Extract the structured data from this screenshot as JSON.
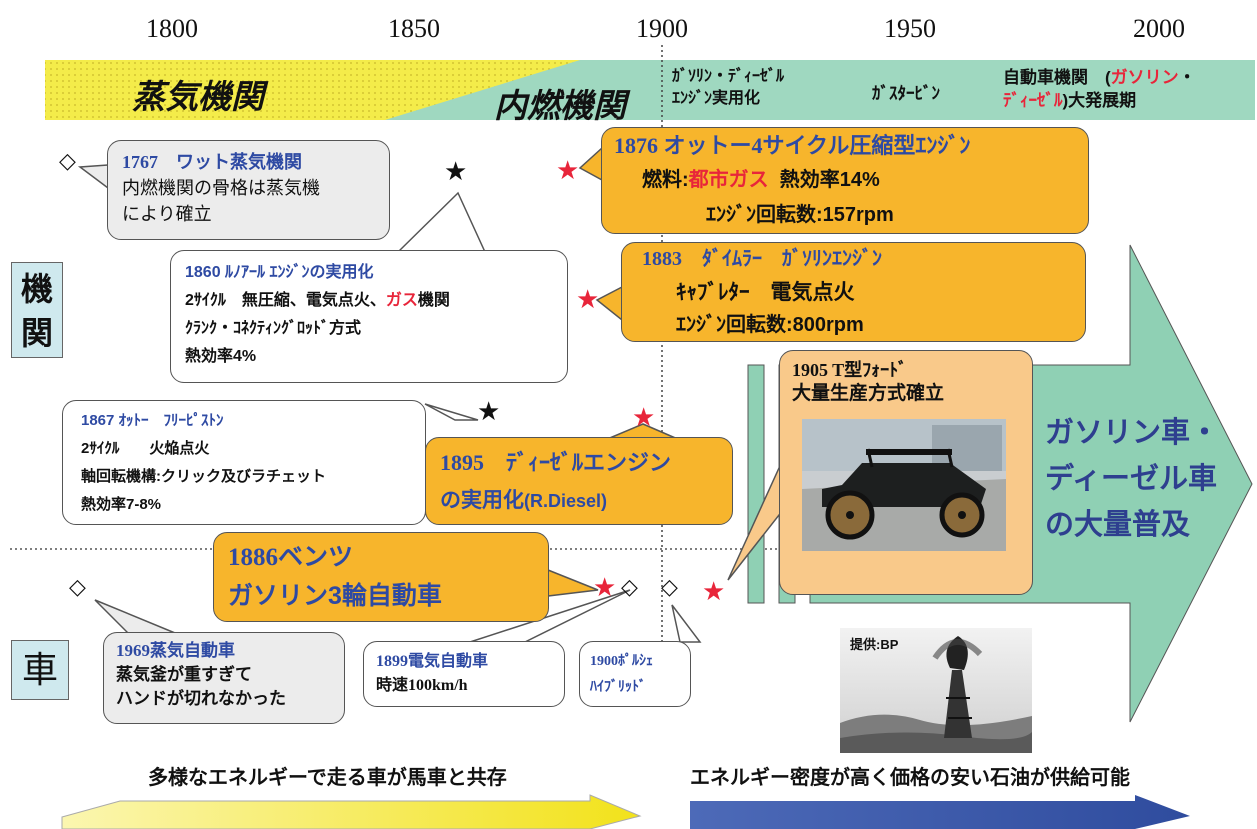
{
  "years": [
    "1800",
    "1850",
    "1900",
    "1950",
    "2000"
  ],
  "banner": {
    "steam": "蒸気機関",
    "ice": "内燃機関",
    "era1_l1": "ｶﾞｿﾘﾝ・ﾃﾞｨｰｾﾞﾙ",
    "era1_l2": "ｴﾝｼﾞﾝ実用化",
    "era2": "ｶﾞｽﾀｰﾋﾞﾝ",
    "era3_a": "自動車機関　(",
    "era3_red1": "ガソリン",
    "era3_b": "・",
    "era3_red2": "ﾃﾞｨｰｾﾞﾙ",
    "era3_c": ")大発展期"
  },
  "side_labels": {
    "engine_1": "機",
    "engine_2": "関",
    "car": "車"
  },
  "callouts": {
    "watt": {
      "title": "1767　ワット蒸気機関",
      "l2": "内燃機関の骨格は蒸気機",
      "l3": "により確立"
    },
    "lenoir": {
      "title": "1860 ﾙﾉｱｰﾙ ｴﾝｼﾞﾝの実用化",
      "l2a": "2ｻｲｸﾙ　無圧縮、電気点火、",
      "l2red": "ガス",
      "l2b": "機関",
      "l3": "ｸﾗﾝｸ・ｺﾈｸﾃｨﾝｸﾞﾛｯﾄﾞ方式",
      "l4": "熱効率4%"
    },
    "otto1867": {
      "title": "1867 ｵｯﾄｰ　ﾌﾘｰﾋﾟｽﾄﾝ",
      "l2": "2ｻｲｸﾙ　　火焔点火",
      "l3": "軸回転機構:クリック及びラチェット",
      "l4": "熱効率7-8%"
    },
    "otto1876": {
      "title": "1876 オットー4サイクル圧縮型ｴﾝｼﾞﾝ",
      "l2a": "燃料:",
      "l2red": "都市ガス",
      "l2b": "熱効率14%",
      "l3": "ｴﾝｼﾞﾝ回転数:157rpm"
    },
    "daimler": {
      "title": "1883　ﾀﾞｲﾑﾗｰ　ｶﾞｿﾘﾝｴﾝｼﾞﾝ",
      "l2": "ｷｬﾌﾞﾚﾀｰ　電気点火",
      "l3": "ｴﾝｼﾞﾝ回転数:800rpm"
    },
    "diesel": {
      "l1": "1895　ﾃﾞｨｰｾﾞﾙエンジン",
      "l2a": "の実用化",
      "l2b": "(R.Diesel)"
    },
    "benz": {
      "l1": "1886ベンツ",
      "l2": "ガソリン3輪自動車"
    },
    "steamcar": {
      "title": "1969蒸気自動車",
      "l2": "蒸気釜が重すぎて",
      "l3": "ハンドが切れなかった"
    },
    "electric": {
      "title": "1899電気自動車",
      "l2": "時速100km/h"
    },
    "porsche": {
      "l1": "1900ﾎﾟﾙｼｪ",
      "l2": "ﾊｲﾌﾞﾘｯﾄﾞ"
    },
    "ford": {
      "l1": "1905 T型ﾌｫｰﾄﾞ",
      "l2": "大量生産方式確立"
    }
  },
  "big_arrow": {
    "l1": "ガソリン車・",
    "l2": "ディーゼル車",
    "l3": "の大量普及"
  },
  "photo_credit": "提供:BP",
  "bottom": {
    "left": "多様なエネルギーで走る車が馬車と共存",
    "right": "エネルギー密度が高く価格の安い石油が供給可能"
  },
  "colors": {
    "banner_yellow": "#f4ec4a",
    "banner_teal": "#9fd8c0",
    "callout_orange": "#f7b52c",
    "arrow_teal": "#8fd0b4",
    "title_blue": "#2e4aa3",
    "red": "#e8253a",
    "arrow_blue": "#2f4c9e"
  }
}
